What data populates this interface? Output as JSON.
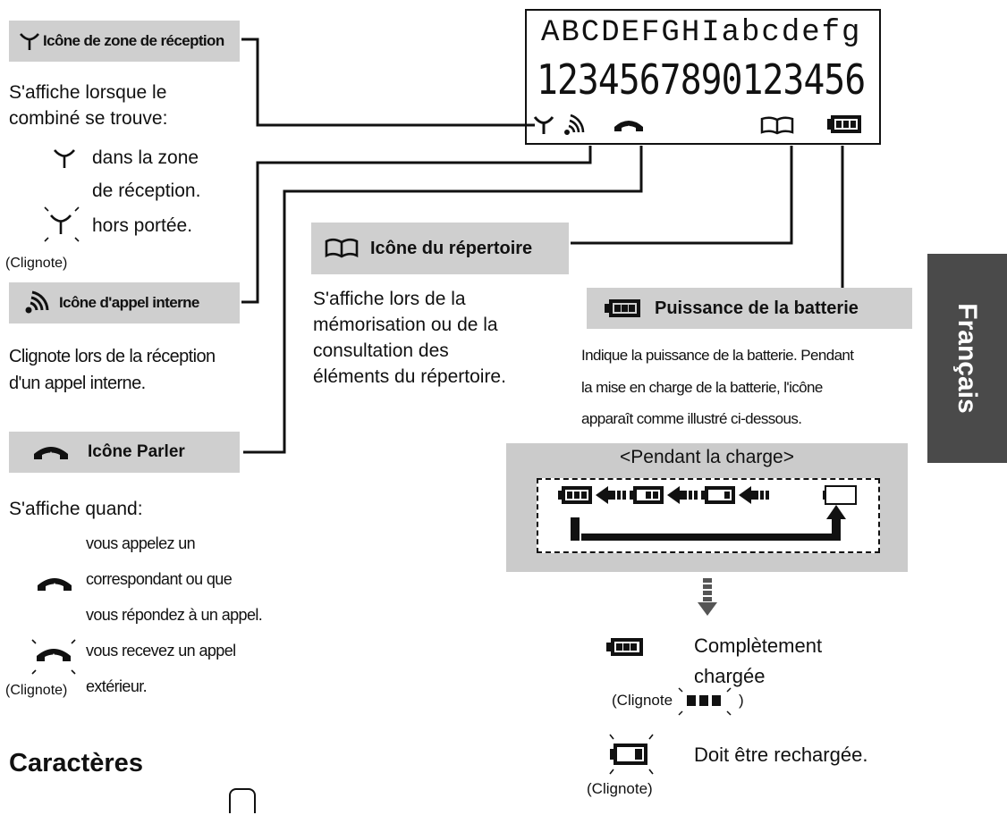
{
  "display": {
    "row1": "ABCDEFGHIabcdefg",
    "row2": "1234567890123456"
  },
  "reception": {
    "title": "Icône de zone de réception",
    "desc1": "S'affiche lorsque le",
    "desc2": "combiné se trouve:",
    "item1a": "dans la zone",
    "item1b": "de réception.",
    "item2": "hors portée.",
    "blink": "(Clignote)"
  },
  "intercom": {
    "title": "Icône d'appel interne",
    "desc1": "Clignote lors de la réception",
    "desc2": "d'un appel interne."
  },
  "talk": {
    "title": "Icône Parler",
    "intro": "S'affiche quand:",
    "l1": "vous appelez un",
    "l2": "correspondant ou que",
    "l3": "vous répondez à un appel.",
    "l4": "vous recevez un appel",
    "l5": "extérieur.",
    "blink": "(Clignote)"
  },
  "directory": {
    "title": "Icône du répertoire",
    "d1": "S'affiche lors de la",
    "d2": "mémorisation ou de la",
    "d3": "consultation des",
    "d4": "éléments du répertoire."
  },
  "battery": {
    "title": "Puissance de la batterie",
    "d1": "Indique la puissance de la batterie. Pendant",
    "d2": "la mise en charge de la batterie, l'icône",
    "d3": "apparaît comme illustré ci-dessous.",
    "charging_title": "<Pendant la charge>",
    "full1": "Complètement",
    "full2": "chargée",
    "full_blink_open": "(Clignote",
    "full_blink_close": ")",
    "recharge": "Doit être rechargée.",
    "blink": "(Clignote)"
  },
  "side_tab": "Français",
  "heading": "Caractères",
  "colors": {
    "header_bg": "#cfcfcf",
    "panel_bg": "#cbcbcb",
    "tab_bg": "#4a4a4a",
    "ink": "#111111"
  }
}
